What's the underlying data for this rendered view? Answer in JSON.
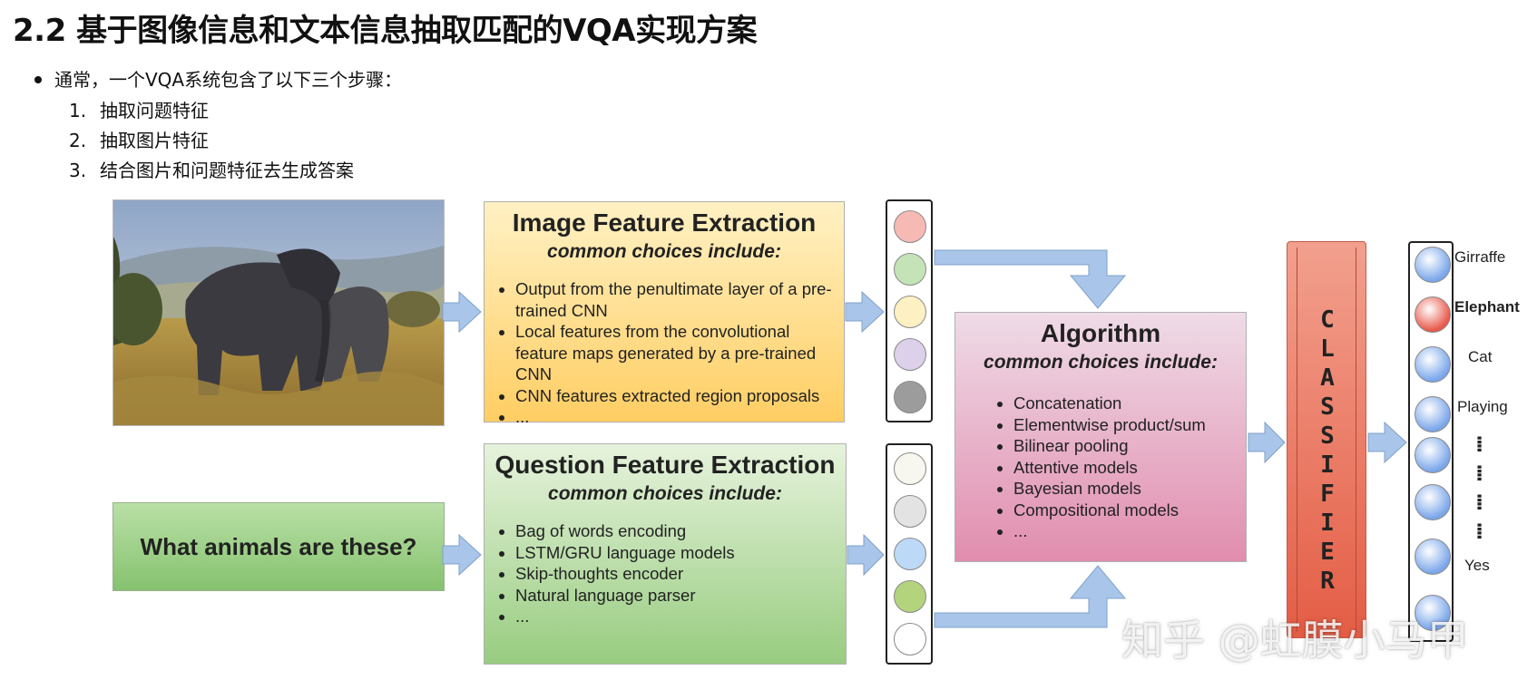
{
  "title": "2.2 基于图像信息和文本信息抽取匹配的VQA实现方案",
  "intro": "通常，一个VQA系统包含了以下三个步骤：",
  "steps": [
    {
      "num": "1.",
      "text": "抽取问题特征"
    },
    {
      "num": "2.",
      "text": "抽取图片特征"
    },
    {
      "num": "3.",
      "text": "结合图片和问题特征去生成答案"
    }
  ],
  "question_text": "What animals are these?",
  "image_panel": {
    "title": "Image Feature Extraction",
    "subtitle": "common choices include:",
    "items": [
      "Output from the penultimate layer of a pre-trained CNN",
      "Local features from the convolutional feature maps generated by a pre-trained CNN",
      "CNN features extracted region proposals",
      "..."
    ]
  },
  "question_panel": {
    "title": "Question Feature Extraction",
    "subtitle": "common choices include:",
    "items": [
      "Bag of words encoding",
      "LSTM/GRU language models",
      "Skip-thoughts encoder",
      "Natural language parser",
      "..."
    ]
  },
  "algorithm_panel": {
    "title": "Algorithm",
    "subtitle": "common choices include:",
    "items": [
      "Concatenation",
      "Elementwise product/sum",
      "Bilinear pooling",
      "Attentive models",
      "Bayesian models",
      "Compositional models",
      "..."
    ]
  },
  "classifier_label": "CLASSIFIER",
  "outputs": [
    {
      "label": "Girraffe",
      "bold": false
    },
    {
      "label": "Elephant",
      "bold": true
    },
    {
      "label": "Cat",
      "bold": false
    },
    {
      "label": "Playing",
      "bold": false
    },
    {
      "label": "Yes",
      "bold": false
    }
  ],
  "watermark": "知乎 @虹膜小马甲",
  "colors": {
    "image_vec": [
      "#f7b9b4",
      "#c4e3b7",
      "#fdf0c2",
      "#ddd0ea",
      "#9c9c9c"
    ],
    "question_vec": [
      "#f7f7ef",
      "#e3e3e3",
      "#bcd9f7",
      "#b3d47c",
      "#ffffff"
    ],
    "output_default": "#7aa6ea",
    "output_selected": "#e8584a",
    "arrow": "#a9c6ea"
  }
}
